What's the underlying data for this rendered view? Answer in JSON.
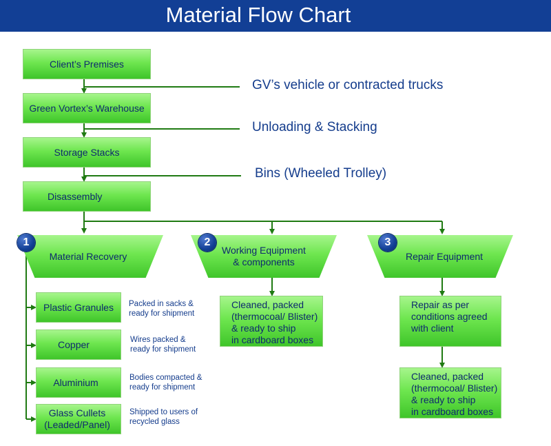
{
  "title": "Material Flow Chart",
  "main_flow": [
    "Client’s Premises",
    "Green Vortex’s Warehouse",
    "Storage Stacks",
    "Disassembly"
  ],
  "transitions": [
    "GV’s vehicle or contracted trucks",
    "Unloading & Stacking",
    "Bins (Wheeled Trolley)"
  ],
  "branches": [
    {
      "number": "1",
      "label": "Material Recovery",
      "items": [
        {
          "name": "Plastic Granules",
          "note_line1": "Packed in sacks &",
          "note_line2": "ready for shipment"
        },
        {
          "name": "Copper",
          "note_line1": "Wires packed &",
          "note_line2": "ready for shipment"
        },
        {
          "name": "Aluminium",
          "note_line1": "Bodies compacted &",
          "note_line2": "ready for shipment"
        },
        {
          "name_line1": "Glass Cullets",
          "name_line2": "(Leaded/Panel)",
          "note_line1": "Shipped to users of",
          "note_line2": "recycled glass"
        }
      ]
    },
    {
      "number": "2",
      "label_line1": "Working Equipment",
      "label_line2": "& components",
      "result_lines": [
        "Cleaned, packed",
        "(thermocoal/ Blister)",
        "& ready to ship",
        "in cardboard boxes"
      ]
    },
    {
      "number": "3",
      "label": "Repair Equipment",
      "result_lines": [
        "Repair as per",
        "conditions agreed",
        "with client"
      ],
      "final_lines": [
        "Cleaned, packed",
        "(thermocoal/ Blister)",
        "& ready to ship",
        "in cardboard boxes"
      ]
    }
  ],
  "colors": {
    "header_bg": "#123f95",
    "connector": "#1f7a12",
    "text_blue": "#143c8c",
    "box_green": "#6ee64f"
  }
}
